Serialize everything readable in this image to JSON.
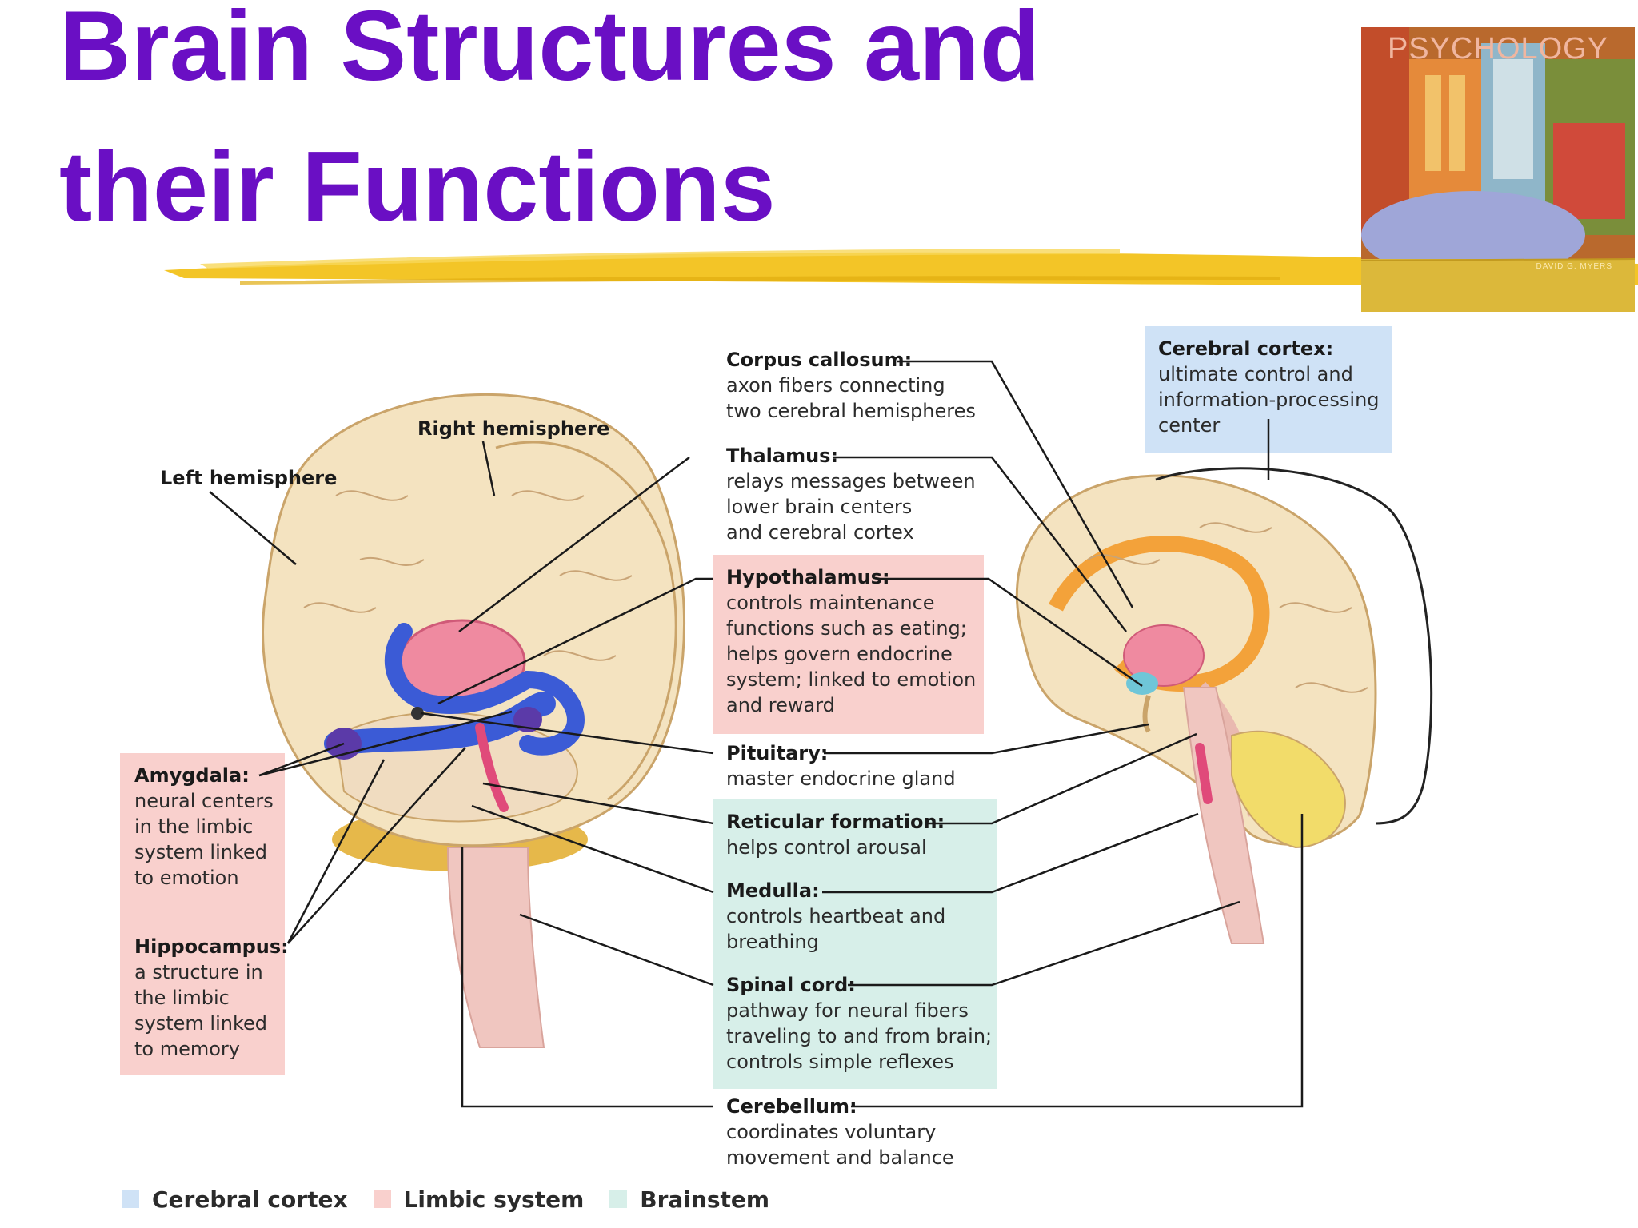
{
  "title": {
    "line1": "Brain Structures and",
    "line2": "their Functions"
  },
  "book": {
    "title": "PSYCHOLOGY",
    "author": "DAVID G. MYERS"
  },
  "labels": {
    "left_hemisphere": "Left hemisphere",
    "right_hemisphere": "Right hemisphere",
    "cerebral_cortex": {
      "term": "Cerebral cortex:",
      "desc": [
        "ultimate control and",
        "information-processing",
        "center"
      ]
    },
    "corpus_callosum": {
      "term": "Corpus callosum:",
      "desc": [
        "axon fibers connecting",
        "two cerebral hemispheres"
      ]
    },
    "thalamus": {
      "term": "Thalamus:",
      "desc": [
        "relays messages between",
        "lower brain centers",
        "and cerebral cortex"
      ]
    },
    "hypothalamus": {
      "term": "Hypothalamus:",
      "desc": [
        "controls maintenance",
        "functions such as eating;",
        "helps govern endocrine",
        "system; linked to emotion",
        "and reward"
      ]
    },
    "pituitary": {
      "term": "Pituitary:",
      "desc": [
        "master endocrine gland"
      ]
    },
    "reticular": {
      "term": "Reticular formation:",
      "desc": [
        "helps control arousal"
      ]
    },
    "medulla": {
      "term": "Medulla:",
      "desc": [
        "controls heartbeat and",
        "breathing"
      ]
    },
    "spinal_cord": {
      "term": "Spinal cord:",
      "desc": [
        "pathway for neural fibers",
        "traveling to and from brain;",
        "controls simple reflexes"
      ]
    },
    "cerebellum": {
      "term": "Cerebellum:",
      "desc": [
        "coordinates voluntary",
        "movement and balance"
      ]
    },
    "amygdala": {
      "term": "Amygdala:",
      "desc": [
        "neural centers",
        "in the limbic",
        "system linked",
        "to emotion"
      ]
    },
    "hippocampus": {
      "term": "Hippocampus:",
      "desc": [
        "a structure in",
        "the limbic",
        "system linked",
        "to memory"
      ]
    }
  },
  "legend": [
    {
      "label": "Cerebral cortex",
      "color": "#cfe2f6"
    },
    {
      "label": "Limbic system",
      "color": "#f9d0cd"
    },
    {
      "label": "Brainstem",
      "color": "#d7efe9"
    }
  ],
  "colors": {
    "title": "#6a0fc4",
    "underline": "#f2c21b",
    "limbic_blue": "#3b5bd6",
    "thalamus_pink": "#f08aa0",
    "cingulate_orange": "#f3a23a"
  }
}
